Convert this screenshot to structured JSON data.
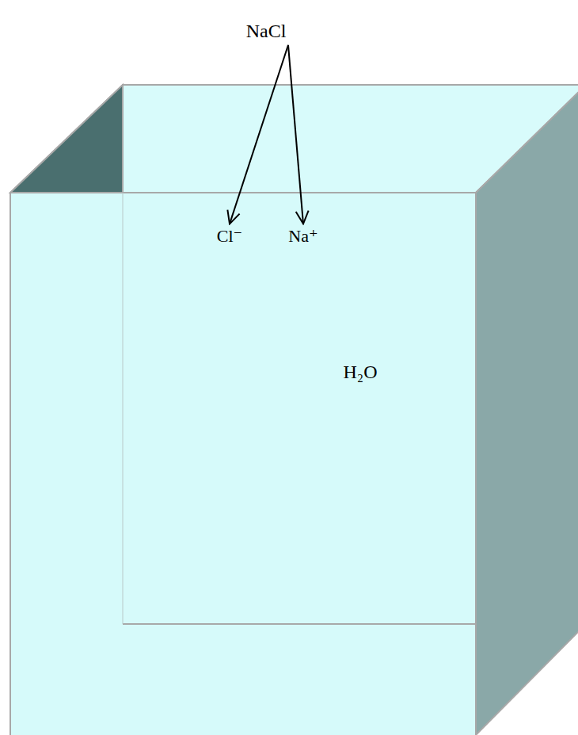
{
  "diagram": {
    "nodes": [
      {
        "text": [
          "NaCl"
        ]
      },
      {
        "text": [
          "H₂O"
        ]
      },
      {
        "text": [
          "Cl⁻"
        ],
        "in": 1
      },
      {
        "text": [
          "Na⁺"
        ],
        "in": 1
      }
    ],
    "edges": [
      {
        "from": 0,
        "to": 2,
        "arrow": "to"
      },
      {
        "from": 0,
        "to": 3,
        "arrow": "to"
      }
    ]
  }
}
